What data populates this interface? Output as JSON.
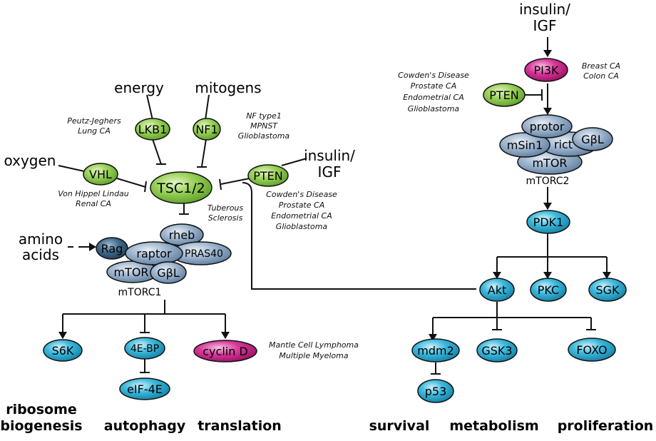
{
  "title": "mTOR signaling pathway",
  "colors": {
    "green": "#7bc13f",
    "magenta": "#c2187e",
    "cyan": "#1fa7cc",
    "steel": "#7f9ab8",
    "steel_dark": "#3f6788",
    "line": "#111111"
  },
  "inputs": {
    "energy": "energy",
    "mitogens": "mitogens",
    "oxygen": "oxygen",
    "insulin_left_1": "insulin/",
    "insulin_left_2": "IGF",
    "amino_1": "amino",
    "amino_2": "acids",
    "insulin_right_1": "insulin/",
    "insulin_right_2": "IGF"
  },
  "nodes": {
    "lkb1": "LKB1",
    "nf1": "NF1",
    "vhl": "VHL",
    "tsc": "TSC1/2",
    "pten_left": "PTEN",
    "rheb": "rheb",
    "rag": "Rag",
    "raptor": "raptor",
    "pras40": "PRAS40",
    "mtor1": "mTOR",
    "gbl1": "GβL",
    "s6k": "S6K",
    "ebp": "4E-BP",
    "eif": "eIF-4E",
    "cyclind": "cyclin D",
    "pi3k": "PI3K",
    "pten_right": "PTEN",
    "protor": "protor",
    "msin1": "mSin1",
    "rictor": "rict",
    "gbl2": "GβL",
    "mtor2": "mTOR",
    "pdk1": "PDK1",
    "akt": "Akt",
    "pkc": "PKC",
    "sgk": "SGK",
    "mdm2": "mdm2",
    "gsk3": "GSK3",
    "foxo": "FOXO",
    "p53": "p53"
  },
  "complexes": {
    "mtorc1": "mTORC1",
    "mtorc2": "mTORC2"
  },
  "annotations": {
    "lkb1": [
      "Peutz-Jeghers",
      "Lung CA"
    ],
    "nf1": [
      "NF type1",
      "MPNST",
      "Glioblastoma"
    ],
    "vhl": [
      "Von Hippel Lindau",
      "Renal CA"
    ],
    "tsc": [
      "Tuberous",
      "Sclerosis"
    ],
    "pten_left": [
      "Cowden's Disease",
      "Prostate CA",
      "Endometrial CA",
      "Glioblastoma"
    ],
    "pten_right": [
      "Cowden's Disease",
      "Prostate CA",
      "Endometrial CA",
      "Glioblastoma"
    ],
    "pi3k": [
      "Breast CA",
      "Colon CA"
    ],
    "cyclind": [
      "Mantle Cell Lymphoma",
      "Multiple Myeloma"
    ]
  },
  "outputs": {
    "ribosome_1": "ribosome",
    "ribosome_2": "biogenesis",
    "autophagy": "autophagy",
    "translation": "translation",
    "survival": "survival",
    "metabolism": "metabolism",
    "proliferation": "proliferation"
  }
}
